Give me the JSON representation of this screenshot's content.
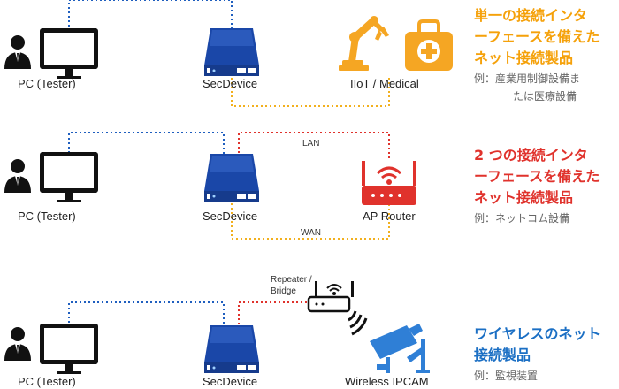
{
  "colors": {
    "lan_blue": "#1f5fbf",
    "link_red": "#e0322c",
    "link_yellow": "#f2b01e",
    "device_blue": "#1a47a8",
    "iot_orange": "#f5a623",
    "router_red": "#e0322c",
    "camera_blue": "#2f7fd6",
    "title_orange": "#f5a10a",
    "title_red": "#e0322c",
    "title_blue": "#1b6fc4"
  },
  "rows": [
    {
      "pc_label": "PC (Tester)",
      "device_label": "SecDevice",
      "target_label": "IIoT / Medical",
      "title_lines": [
        "単一の接続インタ",
        "ーフェースを備えた",
        "ネット接続製品"
      ],
      "example_lines": [
        "例：産業用制御設備ま",
        "たは医療設備"
      ]
    },
    {
      "pc_label": "PC (Tester)",
      "device_label": "SecDevice",
      "target_label": "AP Router",
      "lan_label": "LAN",
      "wan_label": "WAN",
      "title_lines": [
        "2 つの接続インタ",
        "ーフェースを備えた",
        "ネット接続製品"
      ],
      "example_lines": [
        "例：ネットコム設備"
      ]
    },
    {
      "pc_label": "PC (Tester)",
      "device_label": "SecDevice",
      "target_label": "Wireless IPCAM",
      "bridge_label_1": "Repeater /",
      "bridge_label_2": "Bridge",
      "title_lines": [
        "ワイヤレスのネット",
        "接続製品"
      ],
      "example_lines": [
        "例：監視装置"
      ]
    }
  ]
}
